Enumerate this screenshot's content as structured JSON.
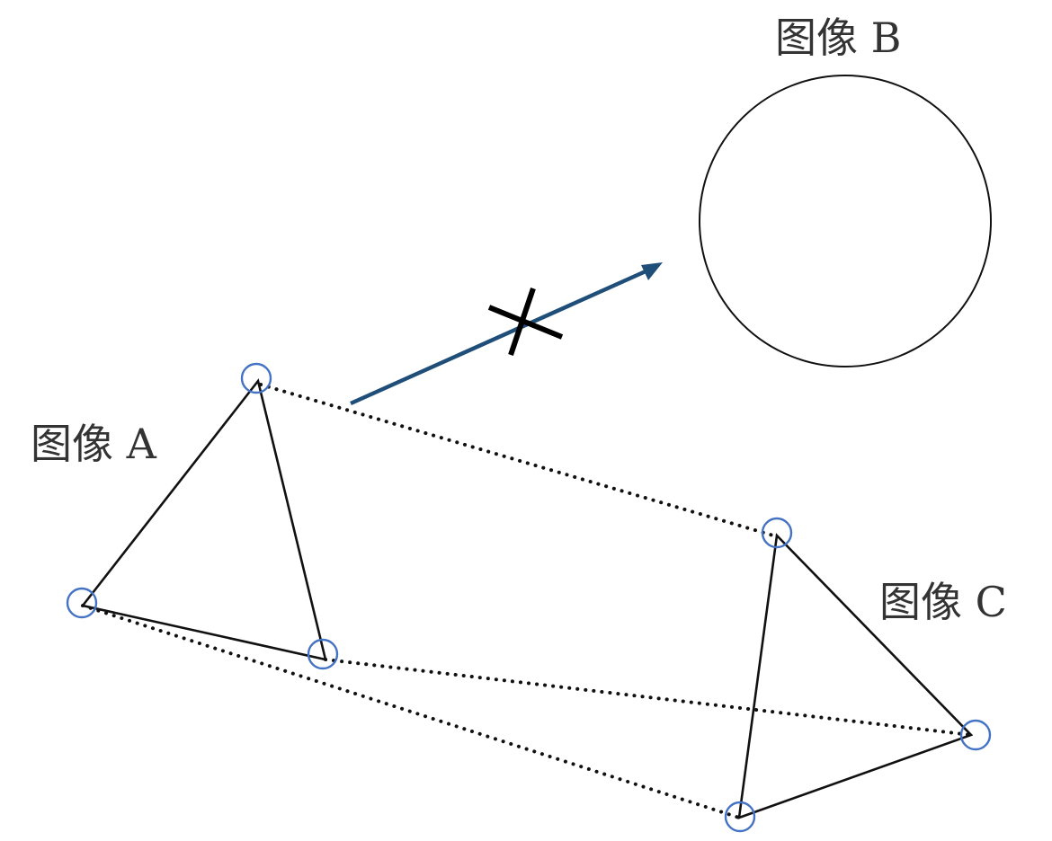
{
  "labels": {
    "image_a": "图像 A",
    "image_b": "图像 B",
    "image_c": "图像 C"
  },
  "colors": {
    "keypoint_circle": "#4472c4",
    "arrow": "#1f4e79",
    "edges": "#111111",
    "cross": "#000000"
  }
}
